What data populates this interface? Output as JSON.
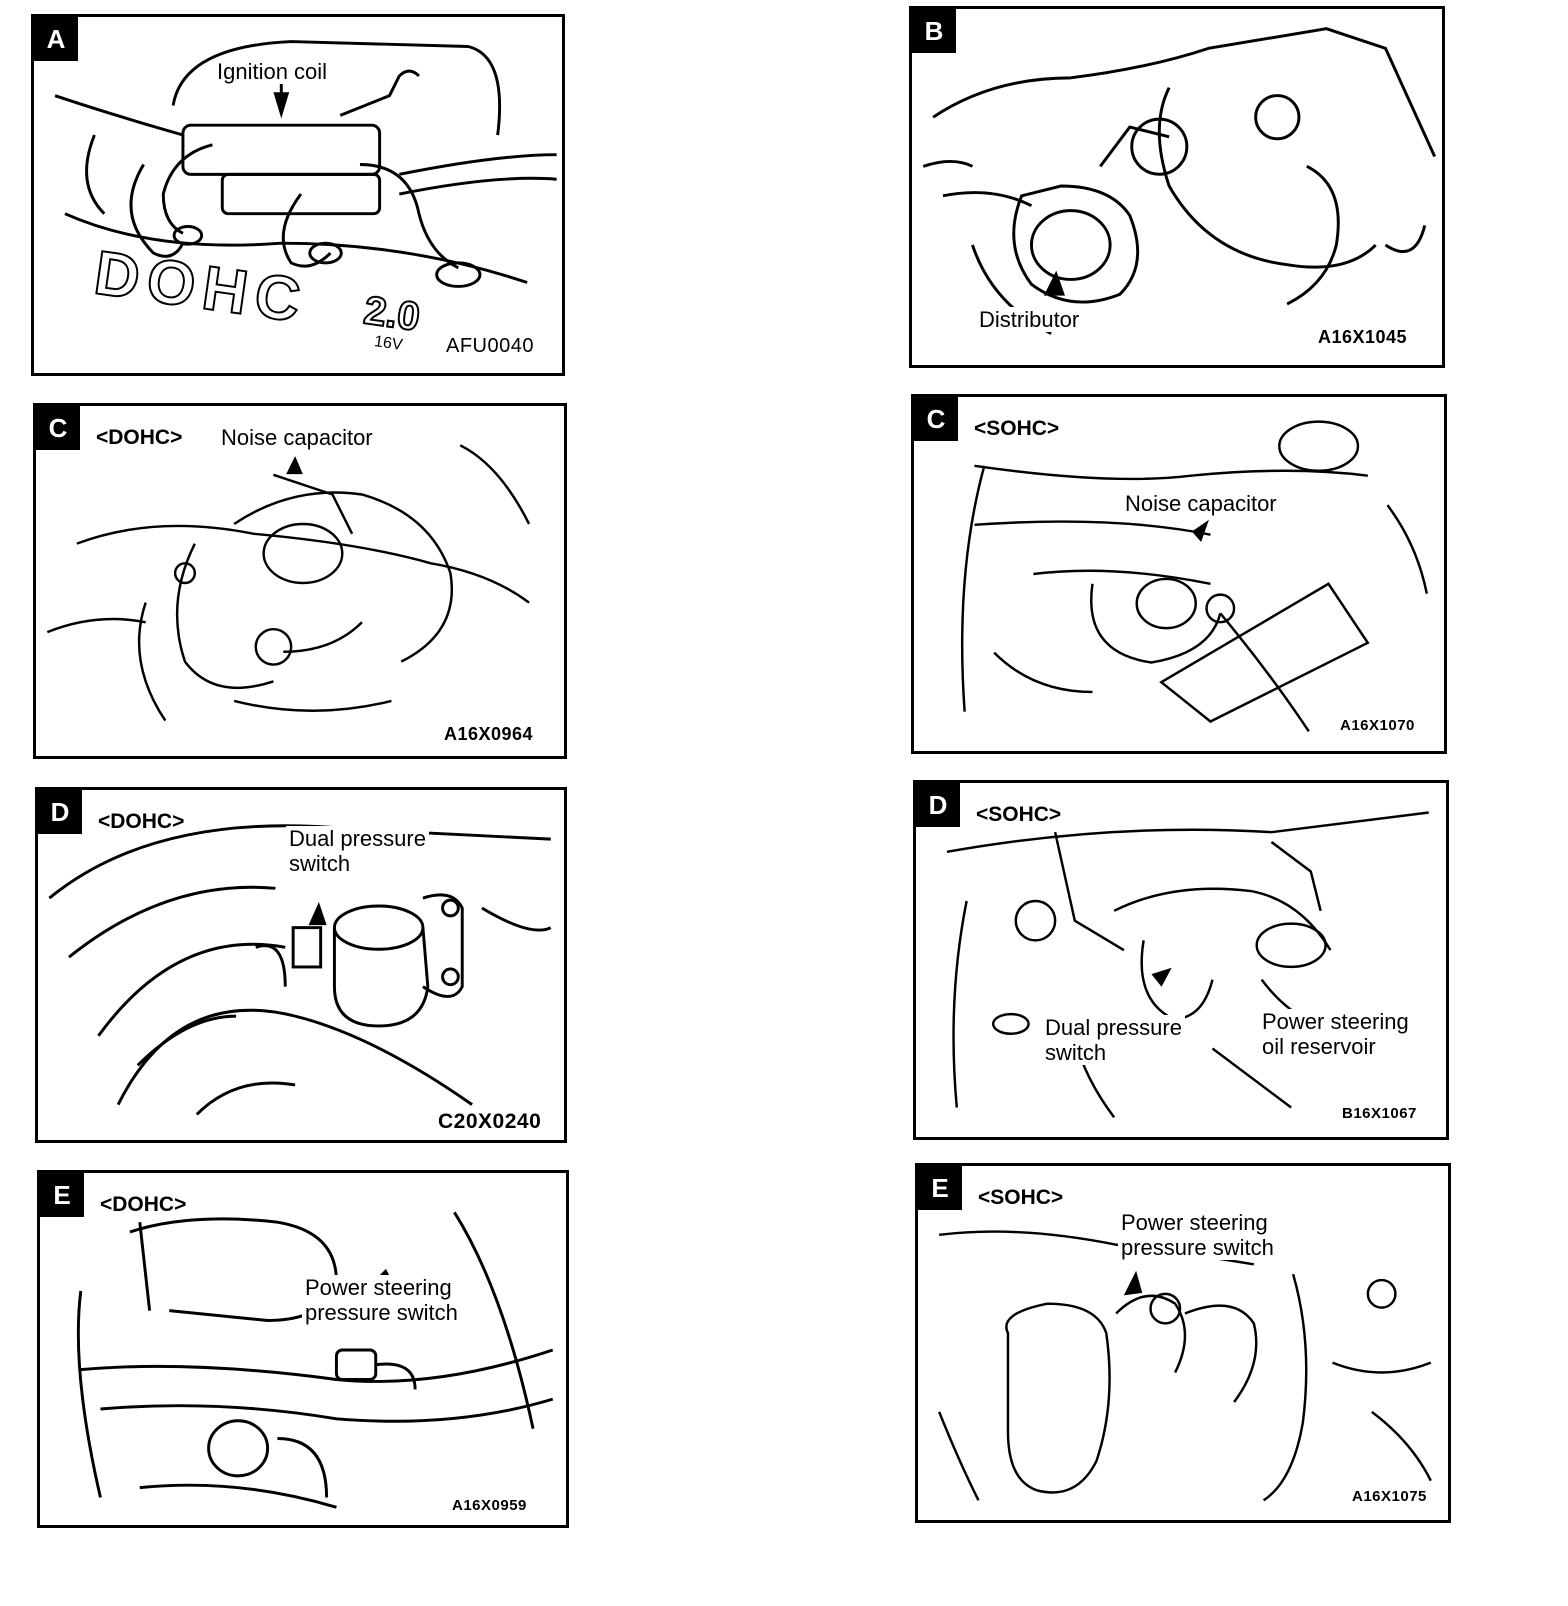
{
  "panels": [
    {
      "id": "A",
      "letter": "A",
      "variant": "",
      "callout": "Ignition coil",
      "code": "AFU0040",
      "emblem": "DOHC",
      "emblem_sub": "2.0",
      "emblem_small": "16V"
    },
    {
      "id": "B",
      "letter": "B",
      "variant": "",
      "callout": "Distributor",
      "code": "A16X1045"
    },
    {
      "id": "C1",
      "letter": "C",
      "variant": "<DOHC>",
      "callout": "Noise capacitor",
      "code": "A16X0964"
    },
    {
      "id": "C2",
      "letter": "C",
      "variant": "<SOHC>",
      "callout": "Noise capacitor",
      "code": "A16X1070"
    },
    {
      "id": "D1",
      "letter": "D",
      "variant": "<DOHC>",
      "callout_line1": "Dual pressure",
      "callout_line2": "switch",
      "code": "C20X0240"
    },
    {
      "id": "D2",
      "letter": "D",
      "variant": "<SOHC>",
      "callout_line1": "Dual pressure",
      "callout_line2": "switch",
      "callout2_line1": "Power steering",
      "callout2_line2": "oil reservoir",
      "code": "B16X1067"
    },
    {
      "id": "E1",
      "letter": "E",
      "variant": "<DOHC>",
      "callout_line1": "Power steering",
      "callout_line2": "pressure switch",
      "code": "A16X0959"
    },
    {
      "id": "E2",
      "letter": "E",
      "variant": "<SOHC>",
      "callout_line1": "Power steering",
      "callout_line2": "pressure switch",
      "code": "A16X1075"
    }
  ]
}
